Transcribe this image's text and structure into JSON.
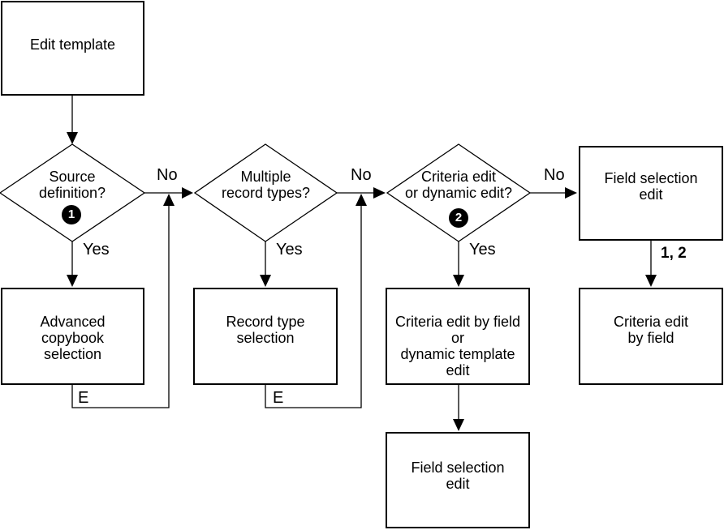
{
  "boxes": {
    "edit_template": {
      "line1": "Edit template"
    },
    "advanced_copybook": {
      "line1": "Advanced",
      "line2": "copybook",
      "line3": "selection"
    },
    "record_type": {
      "line1": "Record type",
      "line2": "selection"
    },
    "criteria_dynamic": {
      "line1": "Criteria edit by field",
      "line2": "or",
      "line3": "dynamic template",
      "line4": "edit"
    },
    "field_selection_top": {
      "line1": "Field selection",
      "line2": "edit"
    },
    "criteria_by_field": {
      "line1": "Criteria edit",
      "line2": "by field"
    },
    "field_selection_bottom": {
      "line1": "Field selection",
      "line2": "edit"
    }
  },
  "decisions": {
    "source_definition": {
      "line1": "Source",
      "line2": "definition?",
      "badge": "1"
    },
    "multiple_record_types": {
      "line1": "Multiple",
      "line2": "record types?"
    },
    "criteria_or_dynamic": {
      "line1": "Criteria edit",
      "line2": "or dynamic edit?",
      "badge": "2"
    }
  },
  "edge_labels": {
    "no_source": "No",
    "no_multiple": "No",
    "no_criteria": "No",
    "yes_source": "Yes",
    "yes_multiple": "Yes",
    "yes_criteria": "Yes",
    "exit_source": "E",
    "exit_multiple": "E",
    "one_two": "1, 2"
  },
  "colors": {
    "line": "#000000",
    "background": "#ffffff",
    "badge_fill": "#000000",
    "badge_text": "#ffffff"
  }
}
